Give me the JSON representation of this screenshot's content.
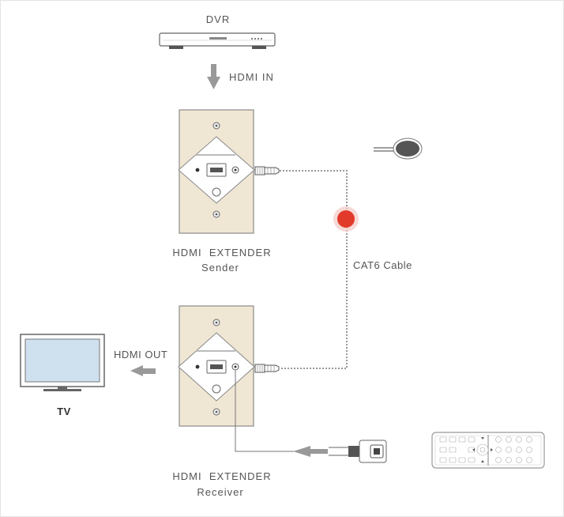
{
  "labels": {
    "dvr": "DVR",
    "hdmi_in": "HDMI IN",
    "sender_title": "HDMI  EXTENDER",
    "sender_sub": "Sender",
    "cable": "CAT6 Cable",
    "hdmi_out": "HDMI OUT",
    "tv": "TV",
    "receiver_title": "HDMI  EXTENDER",
    "receiver_sub": "Receiver"
  },
  "colors": {
    "plate_fill": "#efe6d4",
    "cable_dot": "#999999",
    "cable_marker": "#e23a2a",
    "arrow": "#999999",
    "screen": "#cfe0ef"
  }
}
